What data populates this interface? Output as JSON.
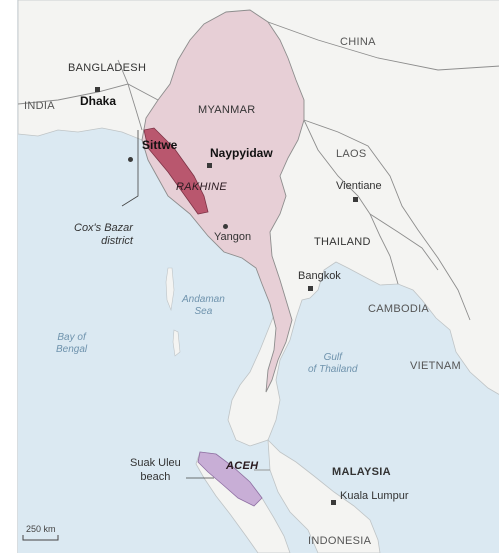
{
  "page_text_fragments": [
    "e",
    "e",
    "f",
    "c",
    "s.",
    "n",
    "e",
    "er",
    "n",
    "B.",
    "f"
  ],
  "map": {
    "countries": {
      "china": "CHINA",
      "bangladesh": "BANGLADESH",
      "india": "INDIA",
      "myanmar": "MYANMAR",
      "laos": "LAOS",
      "thailand": "THAILAND",
      "cambodia": "CAMBODIA",
      "vietnam": "VIETNAM",
      "malaysia": "MALAYSIA",
      "indonesia": "INDONESIA"
    },
    "cities": {
      "dhaka": "Dhaka",
      "sittwe": "Sittwe",
      "naypyidaw": "Naypyidaw",
      "vientiane": "Vientiane",
      "yangon": "Yangon",
      "bangkok": "Bangkok",
      "kuala_lumpur": "Kuala Lumpur",
      "suak_uleu": "Suak Uleu\nbeach"
    },
    "regions": {
      "rakhine": "RAKHINE",
      "aceh": "ACEH"
    },
    "callouts": {
      "coxs_bazar": "Cox's Bazar\ndistrict"
    },
    "water": {
      "andaman_sea": "Andaman\nSea",
      "bay_of_bengal": "Bay of\nBengal",
      "gulf_of_thailand": "Gulf\nof Thailand"
    },
    "scale": "250 km",
    "colors": {
      "sea": "#dbe9f2",
      "land": "#f4f4f2",
      "myanmar": "#e7cfd6",
      "rakhine": "#b9576e",
      "aceh": "#c8aed6",
      "border": "#8d8d8d"
    }
  }
}
